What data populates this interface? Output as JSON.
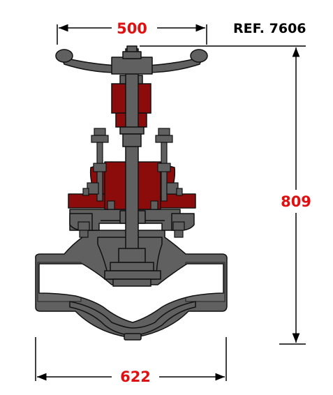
{
  "reference": "REF. 7606",
  "dimensions": {
    "handwheel": "500",
    "height": "809",
    "length": "622"
  },
  "colors": {
    "dim_text": "#e01010",
    "body_gray": "#606060",
    "highlight_red": "#8c0c0c",
    "outline": "#111111",
    "arrow": "#000000"
  }
}
